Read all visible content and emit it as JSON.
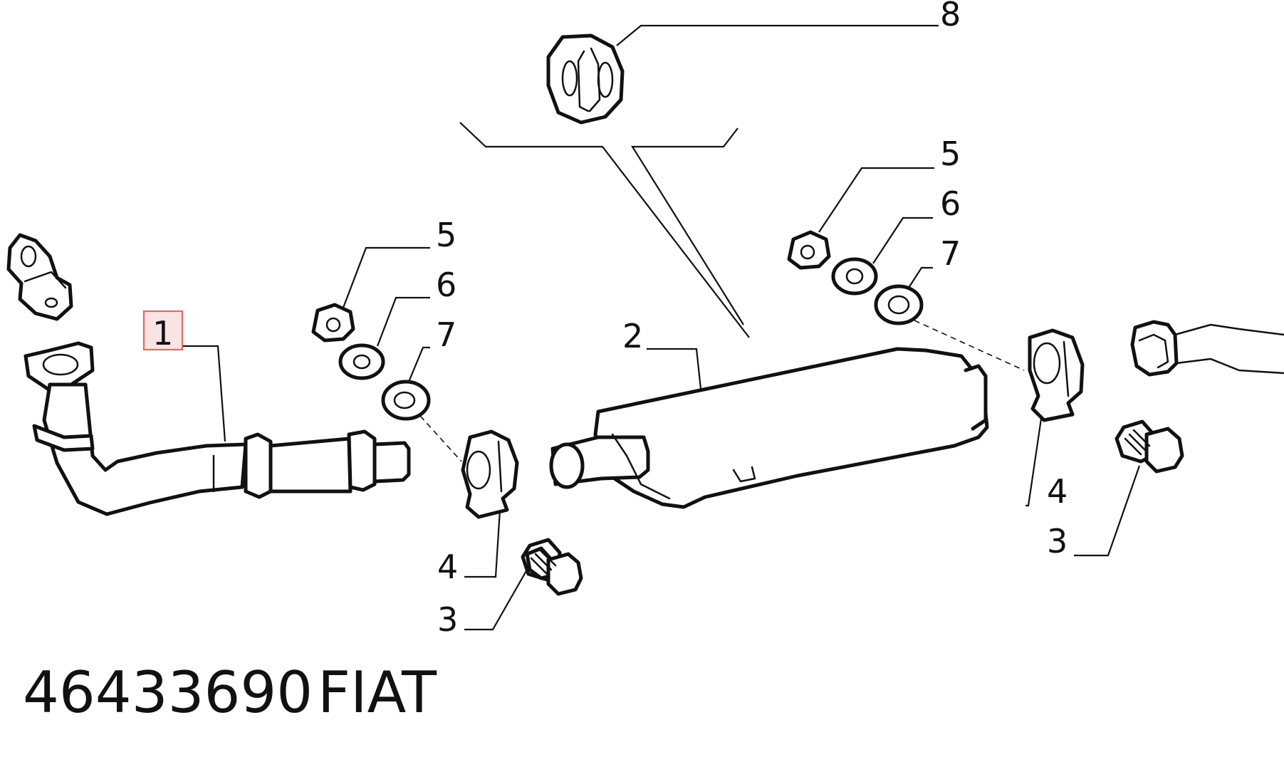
{
  "callouts": {
    "c1": "1",
    "c2": "2",
    "c3_left": "3",
    "c4_left": "4",
    "c5_left": "5",
    "c6_left": "6",
    "c7_left": "7",
    "c3_right": "3",
    "c4_right": "4",
    "c5_right": "5",
    "c6_right": "6",
    "c7_right": "7",
    "c8": "8"
  },
  "caption": {
    "part_number": "46433690",
    "brand": "FIAT"
  },
  "highlight": {
    "target": "1",
    "color": "#e06a6a",
    "fill": "#fbe3e3"
  }
}
